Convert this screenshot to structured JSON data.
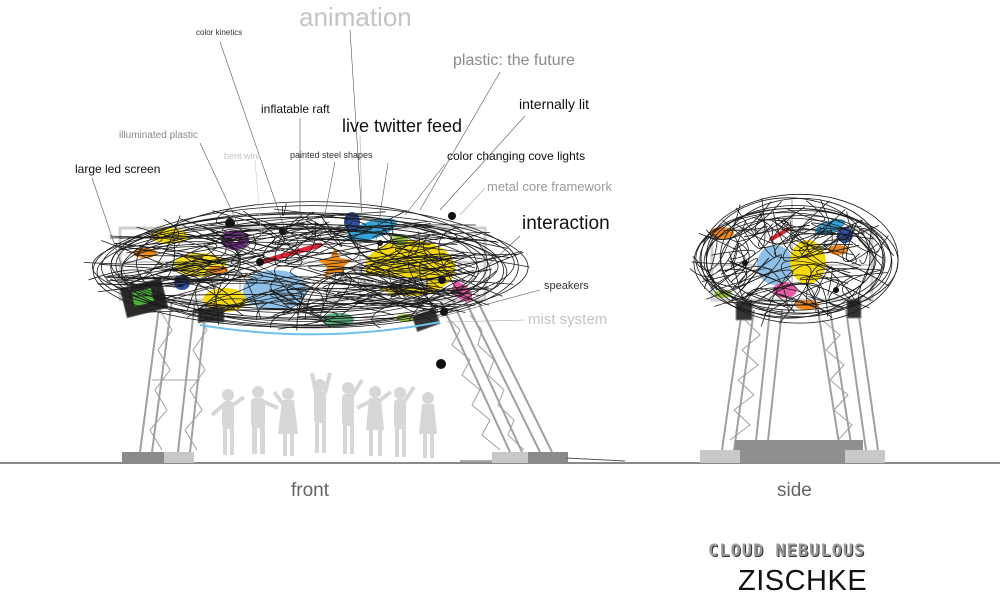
{
  "labels": {
    "animation": "animation",
    "color_kinetics": "color kinetics",
    "plastic_future": "plastic: the future",
    "inflatable_raft": "inflatable raft",
    "internally_lit": "internally lit",
    "illuminated_plastic": "illuminated plastic",
    "live_twitter_feed": "live twitter feed",
    "bent_wire": "bent wire",
    "painted_steel_shapes": "painted steel shapes",
    "color_changing_cove_lights": "color changing cove lights",
    "large_led_screen": "large led screen",
    "metal_core_framework": "metal core framework",
    "interaction": "interaction",
    "speakers": "speakers",
    "mist_system": "mist system"
  },
  "views": {
    "front": "front",
    "side": "side"
  },
  "ticker_text": "WE'RE THESE LIMIT • SOME ON",
  "brand": {
    "title": "CLOUD NEBULOUS",
    "name": "ZISCHKE"
  },
  "colors": {
    "wire": "#1a1a1a",
    "steel": "#9a9a9a",
    "yellow": "#f5d90a",
    "blue": "#8fc1e8",
    "navy": "#2e4fa3",
    "purple": "#7a2f8f",
    "red": "#e32434",
    "orange": "#f08a1a",
    "pink": "#e85aa8",
    "green": "#9cc63b",
    "cyan": "#35a3d9",
    "silhouette": "#cfcfcf"
  }
}
